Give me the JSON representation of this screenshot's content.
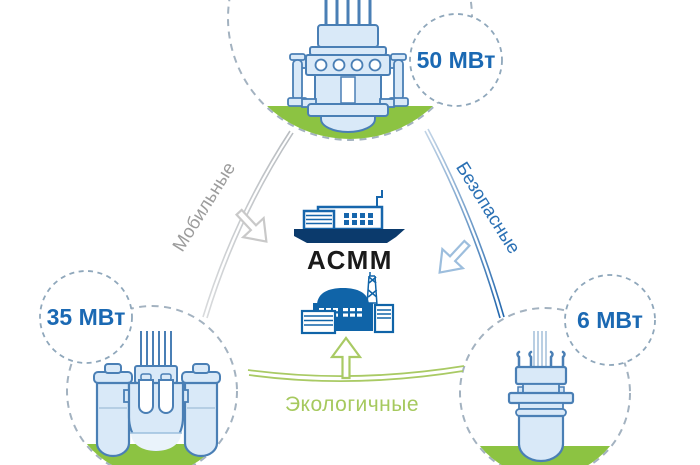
{
  "diagram": {
    "center": {
      "title": "АСММ",
      "ship_icon": "nuclear-ship",
      "plant_icon": "nuclear-power-plant"
    },
    "nodes": {
      "top": {
        "power": "50 МВт"
      },
      "left": {
        "power": "35 МВт"
      },
      "right": {
        "power": "6 МВт"
      }
    },
    "features": {
      "mobile": {
        "label": "Мобильные",
        "color": "#9c9c9c"
      },
      "safe": {
        "label": "Безопасные",
        "color": "#2a70b4"
      },
      "eco": {
        "label": "Экологичные",
        "color": "#a6c95e"
      }
    },
    "colors": {
      "ground_green": "#8cc342",
      "accent_blue": "#1b69b3",
      "icon_blue": "#1064a8",
      "hull_dark_blue": "#0b3a6c",
      "reactor_fill": "#d9e9f8",
      "reactor_stroke": "#4a7fb5",
      "dash_gray": "#a3b2c0"
    }
  }
}
